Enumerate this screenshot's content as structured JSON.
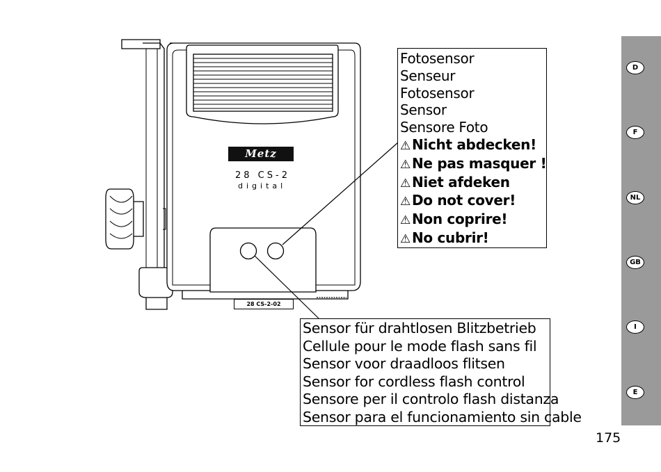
{
  "device": {
    "logo": "Metz",
    "model": "28 CS-2",
    "model_sub": "digital",
    "plate": "28 CS-2-02"
  },
  "callout_photosensor": {
    "lines": [
      "Fotosensor",
      "Senseur",
      "Fotosensor",
      "Sensor",
      "Sensore Foto"
    ],
    "warning_symbol": "⚠",
    "warnings": [
      "Nicht abdecken!",
      "Ne pas masquer !",
      "Niet afdeken",
      "Do not cover!",
      "Non coprire!",
      "No cubrir!"
    ]
  },
  "callout_wireless": {
    "lines": [
      "Sensor für drahtlosen Blitzbetrieb",
      "Cellule pour le mode flash sans fil",
      "Sensor voor draadloos flitsen",
      "Sensor for cordless flash control",
      "Sensore per il controlo flash distanza",
      "Sensor para el funcionamiento sin cable"
    ]
  },
  "language_tabs": [
    "D",
    "F",
    "NL",
    "GB",
    "I",
    "E"
  ],
  "page_number": "175",
  "colors": {
    "strip": "#9a9a9a",
    "ink": "#000000",
    "paper": "#ffffff"
  }
}
